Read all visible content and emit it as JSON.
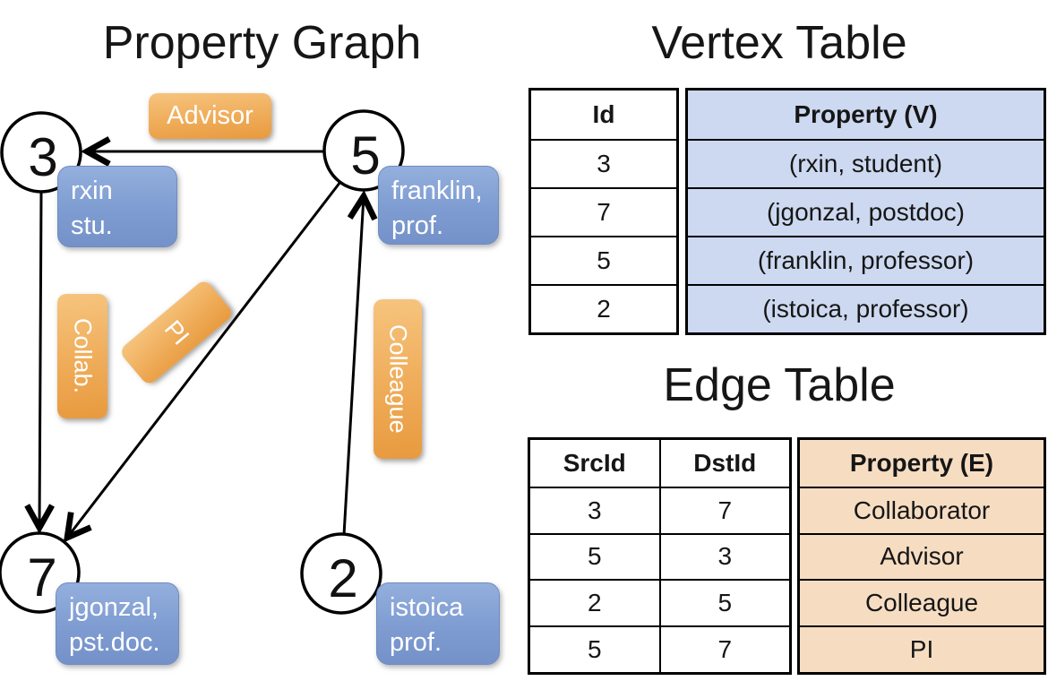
{
  "graph": {
    "title": "Property Graph",
    "nodes": [
      {
        "id": "3",
        "property_lines": [
          "rxin",
          "stu."
        ]
      },
      {
        "id": "5",
        "property_lines": [
          "franklin,",
          "prof."
        ]
      },
      {
        "id": "7",
        "property_lines": [
          "jgonzal,",
          "pst.doc."
        ]
      },
      {
        "id": "2",
        "property_lines": [
          "istoica",
          "prof."
        ]
      }
    ],
    "edges": [
      {
        "src": "5",
        "dst": "3",
        "label": "Advisor"
      },
      {
        "src": "3",
        "dst": "7",
        "label": "Collab."
      },
      {
        "src": "5",
        "dst": "7",
        "label": "PI"
      },
      {
        "src": "2",
        "dst": "5",
        "label": "Colleague"
      }
    ]
  },
  "vertex_table": {
    "title": "Vertex Table",
    "columns": [
      "Id",
      "Property (V)"
    ],
    "rows": [
      {
        "id": "3",
        "property": "(rxin, student)"
      },
      {
        "id": "7",
        "property": "(jgonzal, postdoc)"
      },
      {
        "id": "5",
        "property": "(franklin, professor)"
      },
      {
        "id": "2",
        "property": "(istoica, professor)"
      }
    ]
  },
  "edge_table": {
    "title": "Edge Table",
    "columns": [
      "SrcId",
      "DstId",
      "Property (E)"
    ],
    "rows": [
      {
        "src": "3",
        "dst": "7",
        "property": "Collaborator"
      },
      {
        "src": "5",
        "dst": "3",
        "property": "Advisor"
      },
      {
        "src": "2",
        "dst": "5",
        "property": "Colleague"
      },
      {
        "src": "5",
        "dst": "7",
        "property": "PI"
      }
    ]
  },
  "colors": {
    "edge_label_fill_top": "#F6C47E",
    "edge_label_fill_bottom": "#E89A3E",
    "vertex_box_fill_top": "#94AFDD",
    "vertex_box_fill_bottom": "#7492C9",
    "vertex_table_property_bg": "#CDD9F0",
    "edge_table_property_bg": "#F6DDC2",
    "line_color": "#000000"
  }
}
